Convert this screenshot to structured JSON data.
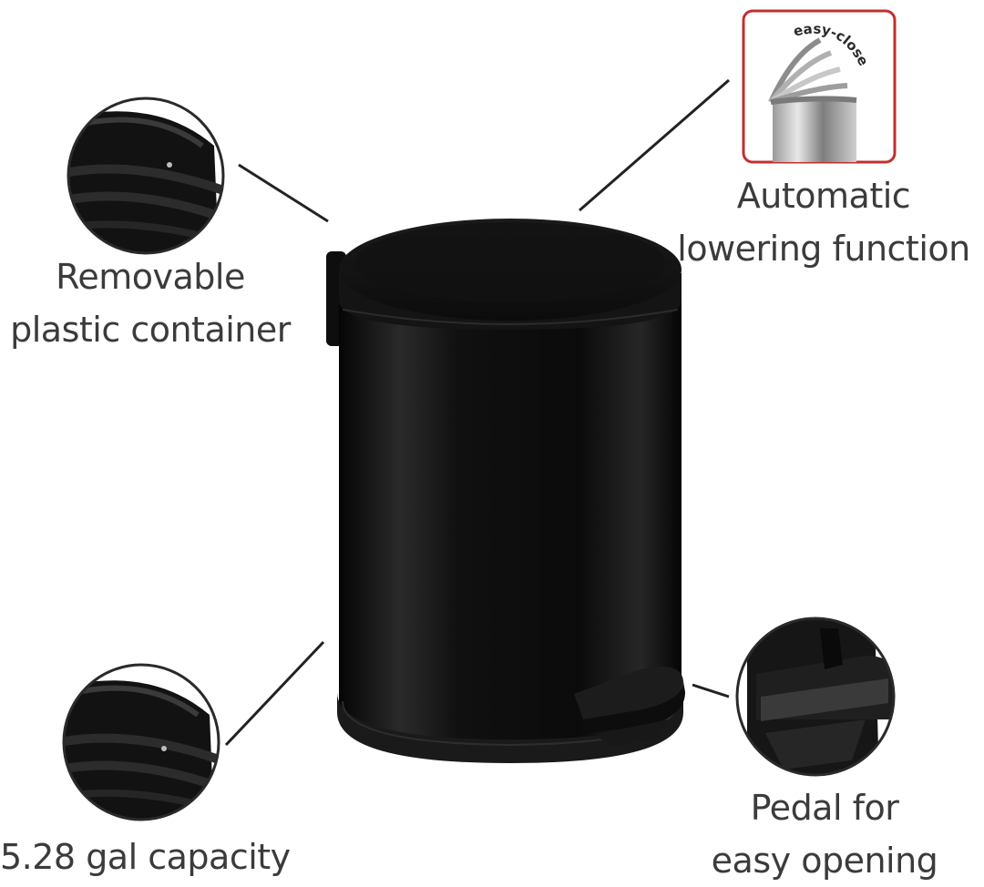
{
  "features": {
    "removable_container": {
      "line1": "Removable",
      "line2": "plastic container"
    },
    "automatic_lowering": {
      "line1": "Automatic",
      "line2": "lowering function"
    },
    "capacity": {
      "line1": "5.28 gal capacity"
    },
    "pedal": {
      "line1": "Pedal for",
      "line2": "easy opening"
    }
  },
  "badge": {
    "text": "easy-close",
    "border_color": "#c0302e"
  },
  "colors": {
    "bin": "#141414",
    "label_text": "#3b3b3b",
    "connector": "#222222"
  }
}
